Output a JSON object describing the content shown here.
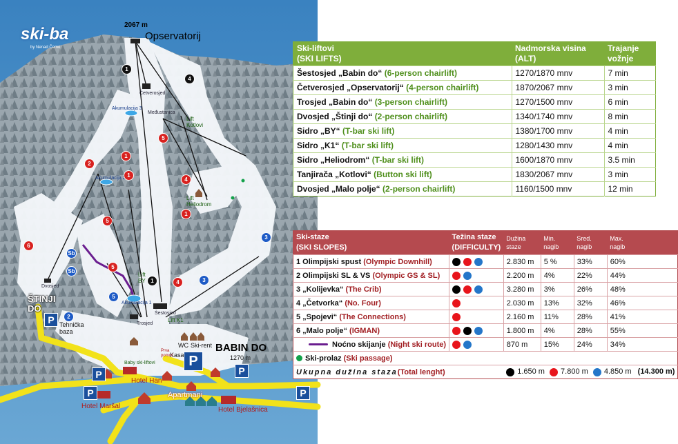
{
  "map": {
    "logo_text": "ski-ba",
    "logo_sub": "by Nenad Čemo",
    "summit_alt": "2067 m",
    "summit_name": "Opservatorij",
    "cetverosjed": "Četverosjed",
    "meduzstanica": "Međustanica",
    "akumulacija3": "Akumulacija 3",
    "akumulacija2": "Akumulacija 2",
    "akumulacija1": "Akumulacija 1",
    "lift_kotlovi": "Lift\nKotlovi",
    "lift_heliodrom": "Lift\nHeliodrom",
    "lift_by": "Lift\nBY",
    "lift_k1": "Lift K1",
    "dvosjed": "Dvosjed",
    "trosjed": "Trosjed",
    "sestosjed": "Šestosjed",
    "stinji_do": "ŠTINJI\nDO",
    "tehnicka_baza": "Tehnička\nbaza",
    "wc": "WC",
    "ski_rent": "Ski-rent",
    "kasa": "Kasa",
    "prva_pomoc": "Prva\npomoć",
    "babin_do": "BABIN DO",
    "babin_alt": "1270 m",
    "baby_lift": "Baby ski-liftovi",
    "hotel_han": "Hotel Han",
    "apartmani": "Apartmani",
    "hotel_marsal": "Hotel Maršal",
    "hotel_bjelasnica": "Hotel Bjelašnica",
    "parking": "P",
    "slope_numbers": [
      "1",
      "2",
      "3",
      "4",
      "5",
      "6",
      "1",
      "1",
      "2",
      "3",
      "4",
      "5",
      "5",
      "5",
      "6",
      "6",
      "2",
      "2",
      "3",
      "3",
      "4",
      "Sb",
      "Sb"
    ]
  },
  "lifts": {
    "header": {
      "col1_line1": "Ski-liftovi",
      "col1_line2": "(SKI LIFTS)",
      "col2_line1": "Nadmorska visina",
      "col2_line2": "(ALT)",
      "col3_line1": "Trajanje",
      "col3_line2": "vožnje"
    },
    "rows": [
      {
        "name": "Šestosjed „Babin do“",
        "en": "(6-person chairlift)",
        "alt": "1270/1870",
        "unit": "mnv",
        "time": "7 min"
      },
      {
        "name": "Četverosjed „Opservatorij“",
        "en": "(4-person chairlift)",
        "alt": "1870/2067",
        "unit": "mnv",
        "time": "3 min"
      },
      {
        "name": "Trosjed „Babin do“",
        "en": "(3-person chairlift)",
        "alt": "1270/1500",
        "unit": "mnv",
        "time": "6 min"
      },
      {
        "name": "Dvosjed „Štinji do“",
        "en": "(2-person chairlift)",
        "alt": "1340/1740",
        "unit": "mnv",
        "time": "8 min"
      },
      {
        "name": "Sidro „BY“",
        "en": "(T-bar ski lift)",
        "alt": "1380/1700",
        "unit": "mnv",
        "time": "4 min"
      },
      {
        "name": "Sidro „K1“",
        "en": "(T-bar ski lift)",
        "alt": "1280/1430",
        "unit": "mnv",
        "time": "4 min"
      },
      {
        "name": "Sidro „Heliodrom“",
        "en": "(T-bar ski lift)",
        "alt": "1600/1870",
        "unit": "mnv",
        "time": "3.5 min"
      },
      {
        "name": "Tanjirača „Kotlovi“",
        "en": "(Button ski lift)",
        "alt": "1830/2067",
        "unit": "mnv",
        "time": "3 min"
      },
      {
        "name": "Dvosjed „Malo polje“",
        "en": "(2-person chairlift)",
        "alt": "1160/1500",
        "unit": "mnv",
        "time": "12 min"
      }
    ]
  },
  "slopes": {
    "header": {
      "col1_line1": "Ski-staze",
      "col1_line2": "(SKI SLOPES)",
      "col2_line1": "Težina staze",
      "col2_line2": "(DIFFICULTY)",
      "col3_line1": "Dužina",
      "col3_line2": "staze",
      "col4_line1": "Min.",
      "col4_line2": "nagib",
      "col5_line1": "Sred.",
      "col5_line2": "nagib",
      "col6_line1": "Max.",
      "col6_line2": "nagib"
    },
    "rows": [
      {
        "name": "1 Olimpijski spust",
        "en": "(Olympic Downhill)",
        "difficulty": [
          "black",
          "red",
          "blue"
        ],
        "length": "2.830 m",
        "min": "5 %",
        "avg": "33%",
        "max": "60%"
      },
      {
        "name": "2 Olimpijski SL & VS",
        "en": "(Olympic GS & SL)",
        "difficulty": [
          "red",
          "blue"
        ],
        "length": "2.200 m",
        "min": "4%",
        "avg": "22%",
        "max": "44%"
      },
      {
        "name": "3 „Kolijevka“",
        "en": "(The Crib)",
        "difficulty": [
          "black",
          "red",
          "blue"
        ],
        "length": "3.280 m",
        "min": "3%",
        "avg": "26%",
        "max": "48%"
      },
      {
        "name": "4 „Četvorka“",
        "en": "(No. Four)",
        "difficulty": [
          "red"
        ],
        "length": "2.030 m",
        "min": "13%",
        "avg": "32%",
        "max": "46%"
      },
      {
        "name": "5 „Spojevi“",
        "en": "(The Connections)",
        "difficulty": [
          "red"
        ],
        "length": "2.160 m",
        "min": "11%",
        "avg": "28%",
        "max": "41%"
      },
      {
        "name": "6 „Malo polje“",
        "en": "(IGMAN)",
        "difficulty": [
          "red",
          "black",
          "blue"
        ],
        "length": "1.800 m",
        "min": "4%",
        "avg": "28%",
        "max": "55%"
      }
    ],
    "night": {
      "name": "Noćno skijanje",
      "en": "(Night ski route)",
      "difficulty": [
        "red",
        "blue"
      ],
      "length": "870 m",
      "min": "15%",
      "avg": "24%",
      "max": "34%"
    },
    "passage": {
      "name": "Ski-prolaz",
      "en": "(Ski passage)"
    },
    "total": {
      "label": "Ukupna dužina staza",
      "en": "(Total lenght)",
      "black": "1.650 m",
      "red": "7.800 m",
      "blue": "4.850 m",
      "sum": "(14.300 m)"
    }
  },
  "colors": {
    "lifts_header": "#7fae3b",
    "slopes_header": "#b54a4f",
    "road": "#f2e21a",
    "sky": "#4a8ec2",
    "night_route": "#6a1d8f"
  }
}
